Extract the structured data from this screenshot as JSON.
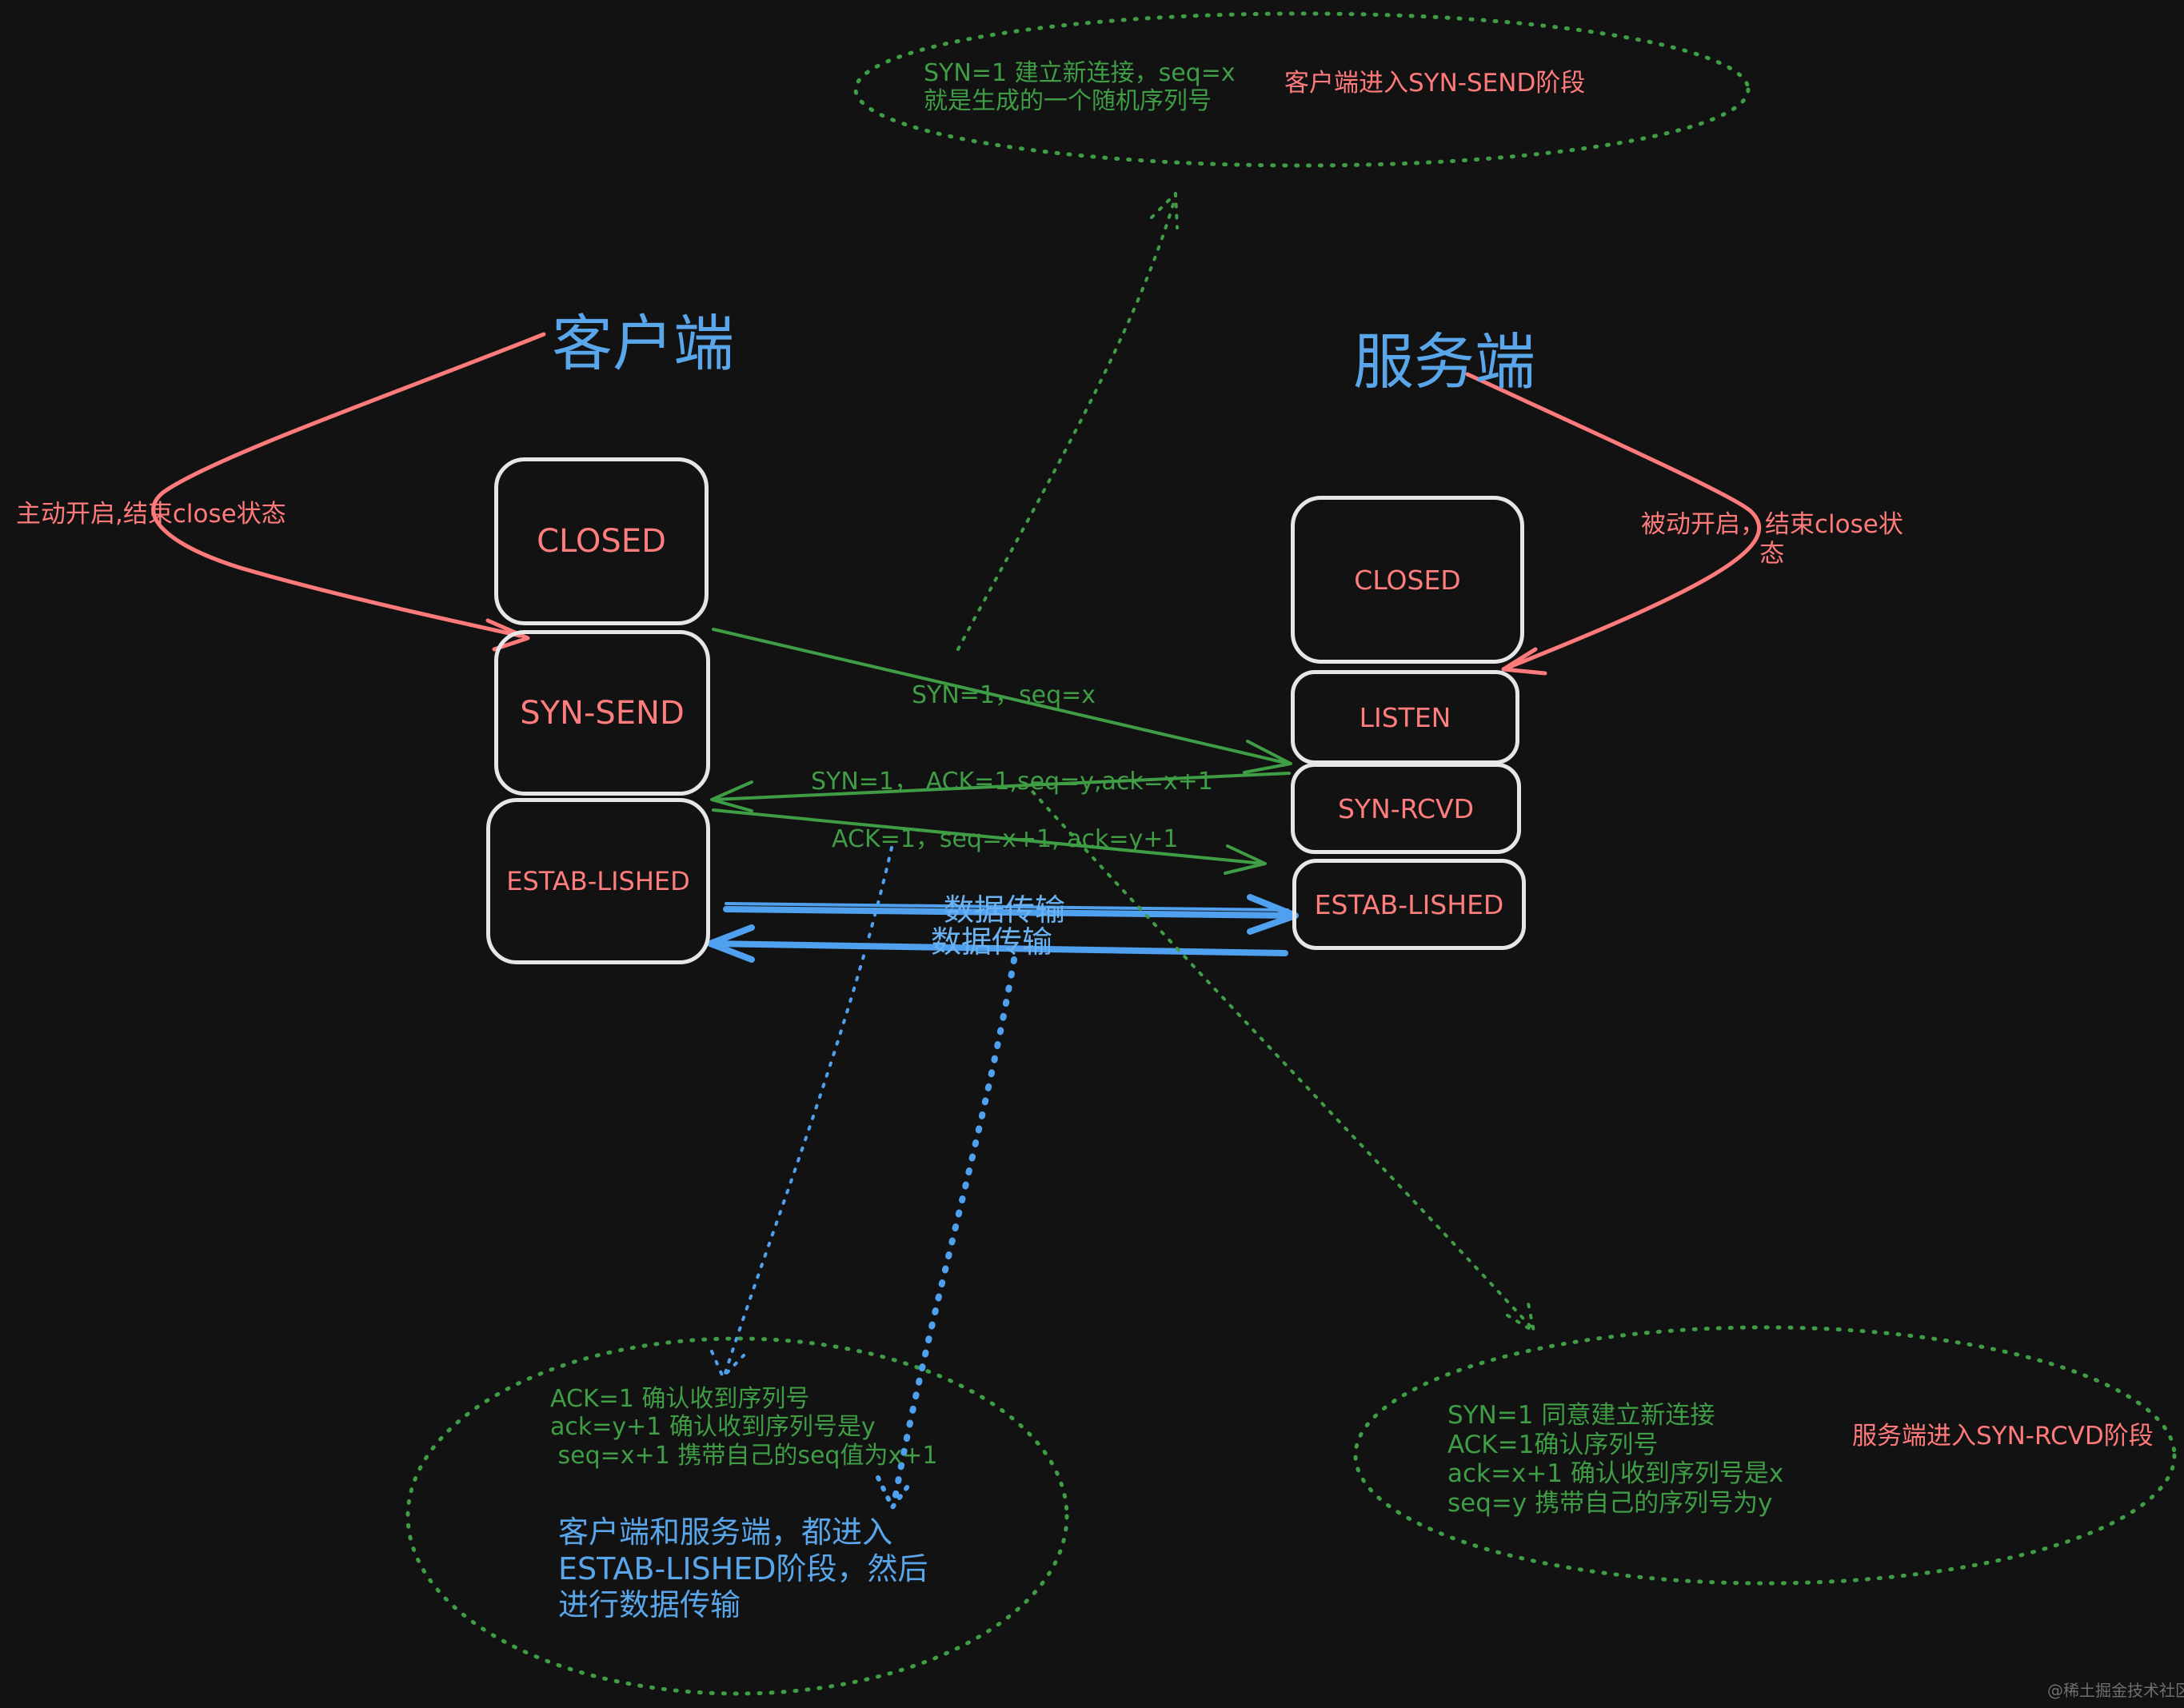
{
  "client": {
    "title": "客户端",
    "note": "主动开启,结束close状态",
    "states": [
      "CLOSED",
      "SYN-SEND",
      "ESTAB-LISHED"
    ]
  },
  "server": {
    "title": "服务端",
    "note": "被动开启，结束close状\n态",
    "states": [
      "CLOSED",
      "LISTEN",
      "SYN-RCVD",
      "ESTAB-LISHED"
    ]
  },
  "handshake": {
    "syn": "SYN=1，seq=x",
    "synack": "SYN=1，  ACK=1,seq=y,ack=x+1",
    "ack": "ACK=1，seq=x+1, ack=y+1"
  },
  "transfer": {
    "to_server": "数据传输",
    "to_client": "数据传输"
  },
  "notes": {
    "top": {
      "detail": "SYN=1 建立新连接，seq=x\n就是生成的一个随机序列号",
      "state": "客户端进入SYN-SEND阶段"
    },
    "bottom_right": {
      "detail": "SYN=1 同意建立新连接\nACK=1确认序列号\nack=x+1 确认收到序列号是x\nseq=y 携带自己的序列号为y",
      "state": "服务端进入SYN-RCVD阶段"
    },
    "bottom_left": {
      "detail": "ACK=1 确认收到序列号\nack=y+1 确认收到序列号是y\n seq=x+1 携带自己的seq值为x+1",
      "summary": "客户端和服务端，都进入\nESTAB-LISHED阶段，然后\n进行数据传输"
    }
  },
  "watermark": "@稀土掘金技术社区"
}
